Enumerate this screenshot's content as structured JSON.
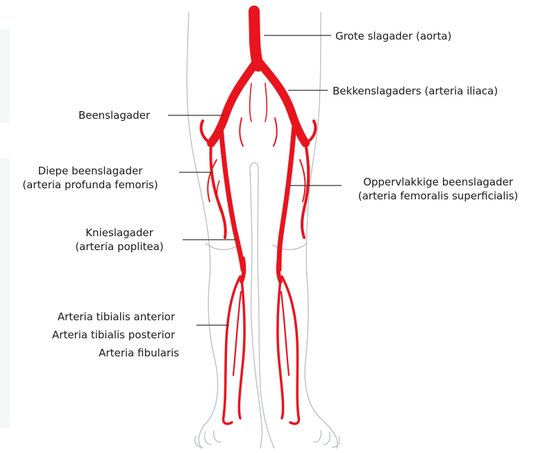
{
  "labels": {
    "aorta": "Grote slagader (aorta)",
    "iliaca": "Bekkenslagaders (arteria iliaca)",
    "beenslagader": "Beenslagader",
    "diepe_line1": "Diepe beenslagader",
    "diepe_line2": "(arteria profunda femoris)",
    "opp_line1": "Oppervlakkige beenslagader",
    "opp_line2": "(arteria femoralis superficialis)",
    "knie_line1": "Knieslagader",
    "knie_line2": "(arteria poplitea)",
    "tib_ant": "Arteria tibialis anterior",
    "tib_post": "Arteria tibialis posterior",
    "fibularis": "Arteria fibularis"
  },
  "colors": {
    "artery": "#e8141e",
    "outline": "#b8bcc2",
    "leader": "#333333",
    "panel": "#f3f8f7"
  }
}
